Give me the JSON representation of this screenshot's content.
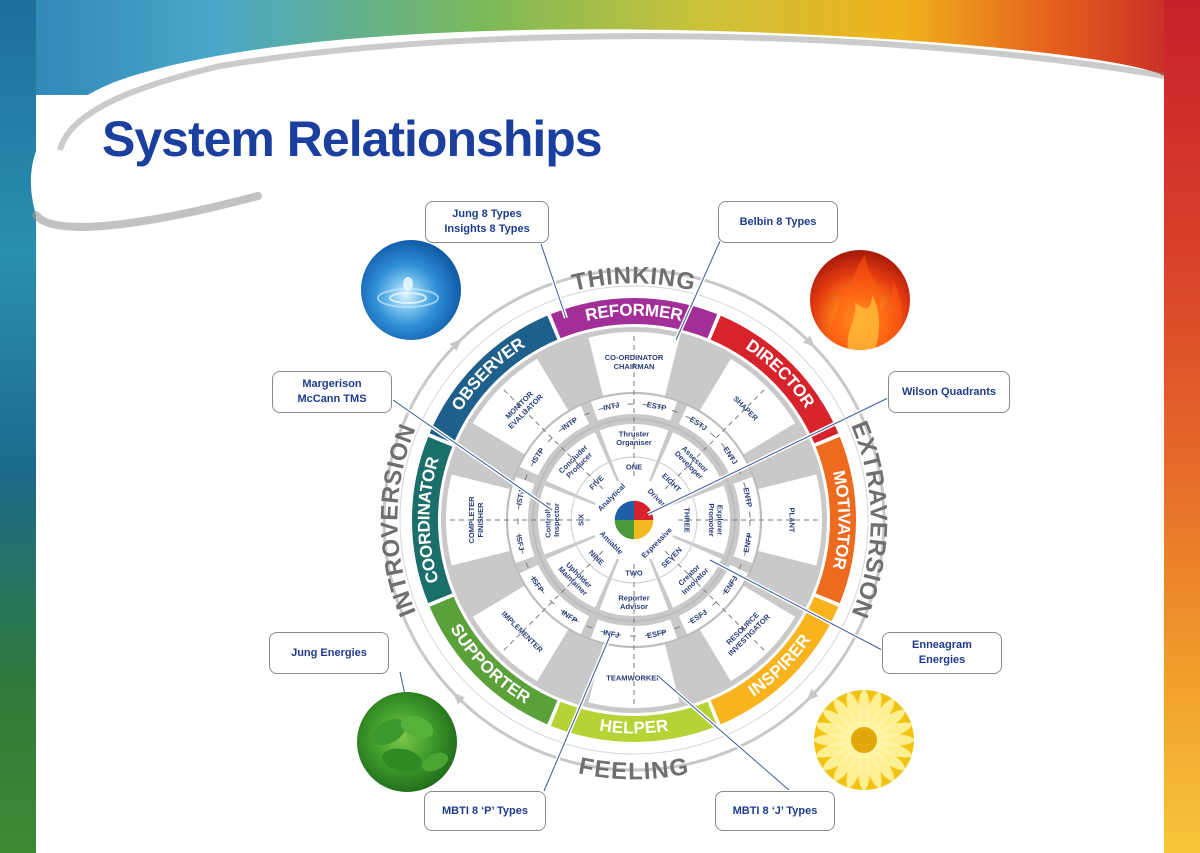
{
  "title": "System Relationships",
  "axes": {
    "top": "THINKING",
    "bottom": "FEELING",
    "left": "INTROVERSION",
    "right": "EXTRAVERSION"
  },
  "segments": [
    {
      "label": "REFORMER",
      "color": "#a22f97"
    },
    {
      "label": "DIRECTOR",
      "color": "#d7232b"
    },
    {
      "label": "MOTIVATOR",
      "color": "#ee6a1e"
    },
    {
      "label": "INSPIRER",
      "color": "#f8b31d"
    },
    {
      "label": "HELPER",
      "color": "#b5d334"
    },
    {
      "label": "SUPPORTER",
      "color": "#5aa13a"
    },
    {
      "label": "COORDINATOR",
      "color": "#1b6f6b"
    },
    {
      "label": "OBSERVER",
      "color": "#1f5f8b"
    }
  ],
  "belbin": [
    {
      "lines": [
        "CO-ORDINATOR",
        "CHAIRMAN"
      ]
    },
    {
      "lines": [
        "SHAPER"
      ]
    },
    {
      "lines": [
        "PLANT"
      ]
    },
    {
      "lines": [
        "RESOURCE",
        "INVESTIGATOR"
      ]
    },
    {
      "lines": [
        "TEAMWORKER"
      ]
    },
    {
      "lines": [
        "IMPLEMENTER"
      ]
    },
    {
      "lines": [
        "COMPLETER",
        "FINISHER"
      ]
    },
    {
      "lines": [
        "MONITOR",
        "EVALUATOR"
      ]
    }
  ],
  "mbti": [
    "INTJ",
    "ESTP",
    "ESTJ",
    "ENTJ",
    "ENTP",
    "ENFP",
    "ENFJ",
    "ESFJ",
    "ESFP",
    "INFJ",
    "INFP",
    "ISFP",
    "ISFJ",
    "ISTJ",
    "ISTP",
    "INTP"
  ],
  "tms": [
    {
      "lines": [
        "Thruster",
        "Organiser"
      ]
    },
    {
      "lines": [
        "Assessor",
        "Developer"
      ]
    },
    {
      "lines": [
        "Explorer",
        "Promoter"
      ]
    },
    {
      "lines": [
        "Creator",
        "Innovator"
      ]
    },
    {
      "lines": [
        "Reporter",
        "Advisor"
      ]
    },
    {
      "lines": [
        "Upholder",
        "Maintainer"
      ]
    },
    {
      "lines": [
        "Controller",
        "Inspector"
      ]
    },
    {
      "lines": [
        "Concluder",
        "Producer"
      ]
    }
  ],
  "enneagram": [
    "ONE",
    "EIGHT",
    "THREE",
    "SEVEN",
    "TWO",
    "NINE",
    "SIX",
    "FIVE"
  ],
  "wilson": [
    {
      "label": "Analytical",
      "color": "#1f5fa8"
    },
    {
      "label": "Driver",
      "color": "#d7232b"
    },
    {
      "label": "Expressive",
      "color": "#f4b820"
    },
    {
      "label": "Amiable",
      "color": "#4a9a3c"
    }
  ],
  "callouts": {
    "jung_insights": [
      "Jung 8 Types",
      "Insights 8 Types"
    ],
    "belbin": "Belbin 8 Types",
    "margerison": [
      "Margerison",
      "McCann TMS"
    ],
    "wilson": "Wilson Quadrants",
    "jung_energies": "Jung Energies",
    "enneagram": [
      "Enneagram",
      "Energies"
    ],
    "mbti_p": "MBTI 8 ‘P’ Types",
    "mbti_j": "MBTI 8 ‘J’ Types"
  },
  "photos": {
    "water": "water-drop",
    "fire": "fire",
    "leaves": "green-leaves",
    "flower": "yellow-flower"
  }
}
